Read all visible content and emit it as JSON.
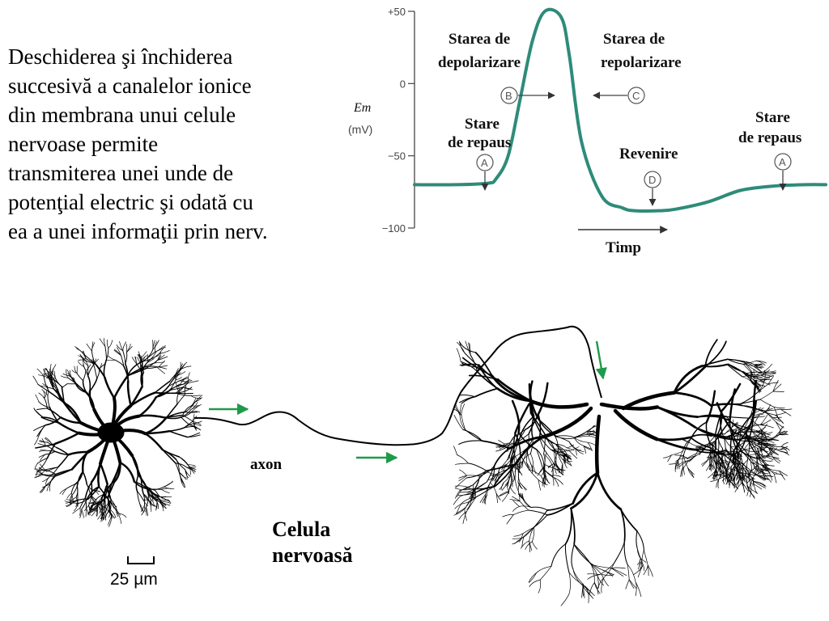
{
  "intro": {
    "lines": [
      "Deschiderea şi închiderea",
      "succesivă a canalelor ionice",
      "din membrana unui celule",
      "nervoase permite",
      "transmiterea unei unde de",
      "potenţial electric şi odată cu",
      "ea a unei informaţii prin nerv."
    ]
  },
  "chart_data": {
    "type": "line",
    "ylabel": "Em",
    "yunit": "(mV)",
    "xlabel": "Timp",
    "ylim": [
      -100,
      50
    ],
    "yticks": [
      {
        "value": 50,
        "label": "+50"
      },
      {
        "value": 0,
        "label": "0"
      },
      {
        "value": -50,
        "label": "−50"
      },
      {
        "value": -100,
        "label": "−100"
      }
    ],
    "line_color": "#2e8b7a",
    "series": [
      {
        "x": [
          0,
          0.5,
          0.9,
          1.0,
          1.15,
          1.3,
          1.45,
          1.6,
          1.8,
          1.9,
          2.05,
          2.3,
          2.55,
          2.7,
          3.0,
          3.2,
          3.6,
          4.0,
          4.4,
          4.8,
          5.05
        ],
        "values": [
          -70,
          -70,
          -69,
          -66,
          -50,
          -10,
          30,
          50,
          46,
          20,
          -40,
          -78,
          -86,
          -88,
          -88,
          -87,
          -82,
          -74,
          -71,
          -70,
          -70
        ]
      }
    ],
    "annotations": [
      {
        "title_lines": [
          "Starea de",
          "depolarizare"
        ],
        "marker": "B"
      },
      {
        "title_lines": [
          "Starea de",
          "repolarizare"
        ],
        "marker": "C"
      },
      {
        "title_lines": [
          "Stare",
          "de repaus"
        ],
        "marker": "A"
      },
      {
        "title_lines": [
          "Revenire"
        ],
        "marker": "D"
      },
      {
        "title_lines": [
          "Stare",
          "de repaus"
        ],
        "marker": "A"
      }
    ]
  },
  "neuron": {
    "axon_label": "axon",
    "cell_label_lines": [
      "Celula",
      "nervoasă"
    ],
    "scale_label": "25 µm",
    "arrow_color": "#1f9a4a"
  }
}
